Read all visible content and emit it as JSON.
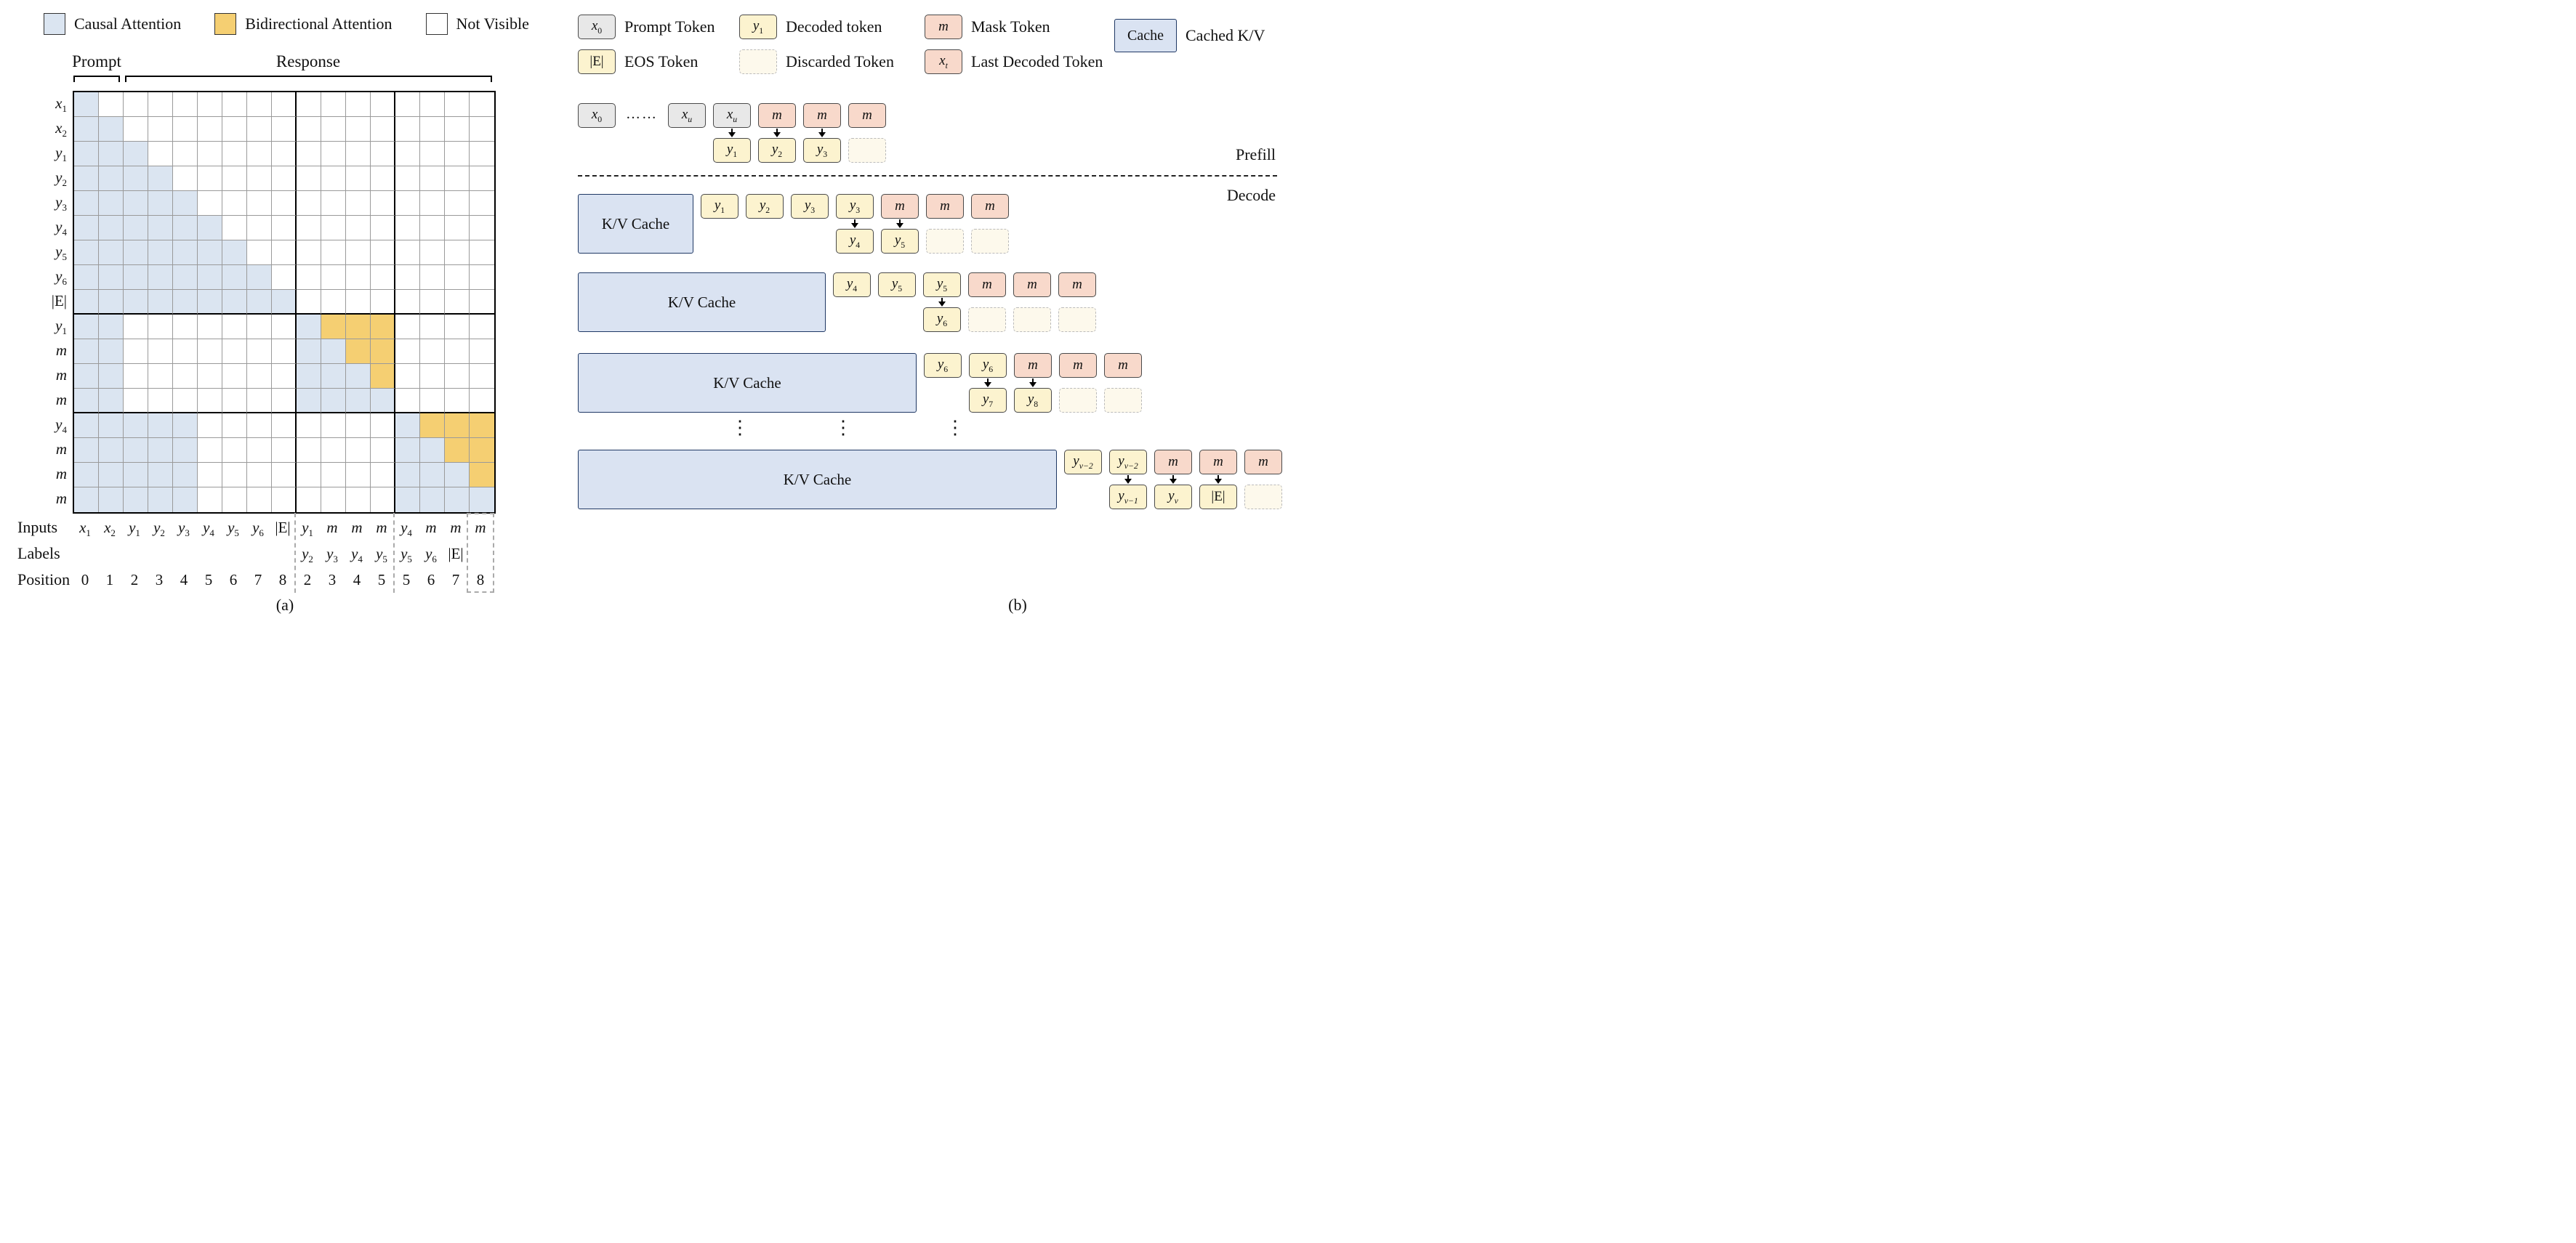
{
  "colors": {
    "causal": "#dbe5f1",
    "bidirectional": "#f5cf72",
    "prompt_token": "#e8e8e8",
    "decoded_token": "#fcf3cf",
    "mask_token": "#f8d9cb",
    "discarded_token": "#fdf9ec",
    "cache": "#dae3f2",
    "cache_border": "#1f3864"
  },
  "panel_a": {
    "caption": "(a)",
    "legend": [
      {
        "swatch": "causal",
        "label": "Causal Attention"
      },
      {
        "swatch": "bidirectional",
        "label": "Bidirectional Attention"
      },
      {
        "swatch": "not-visible",
        "label": "Not Visible"
      }
    ],
    "prompt_label": "Prompt",
    "response_label": "Response",
    "row_tokens": [
      {
        "b": "x",
        "s": "1"
      },
      {
        "b": "x",
        "s": "2"
      },
      {
        "b": "y",
        "s": "1"
      },
      {
        "b": "y",
        "s": "2"
      },
      {
        "b": "y",
        "s": "3"
      },
      {
        "b": "y",
        "s": "4"
      },
      {
        "b": "y",
        "s": "5"
      },
      {
        "b": "y",
        "s": "6"
      },
      {
        "b": "|E|",
        "up": true
      },
      {
        "b": "y",
        "s": "1"
      },
      {
        "b": "m"
      },
      {
        "b": "m"
      },
      {
        "b": "m"
      },
      {
        "b": "y",
        "s": "4"
      },
      {
        "b": "m"
      },
      {
        "b": "m"
      },
      {
        "b": "m"
      }
    ],
    "matrix": [
      "10000000000000000",
      "11000000000000000",
      "11100000000000000",
      "11110000000000000",
      "11111000000000000",
      "11111100000000000",
      "11111110000000000",
      "11111111000000000",
      "11111111100000000",
      "11000000012220000",
      "11000000011220000",
      "11000000011120000",
      "11000000011110000",
      "11111000000001222",
      "11111000000001122",
      "11111000000001112",
      "11111000000001111"
    ],
    "bottom": {
      "inputs_header": "Inputs",
      "labels_header": "Labels",
      "position_header": "Position",
      "inputs": [
        {
          "b": "x",
          "s": "1"
        },
        {
          "b": "x",
          "s": "2"
        },
        {
          "b": "y",
          "s": "1"
        },
        {
          "b": "y",
          "s": "2"
        },
        {
          "b": "y",
          "s": "3"
        },
        {
          "b": "y",
          "s": "4"
        },
        {
          "b": "y",
          "s": "5"
        },
        {
          "b": "y",
          "s": "6"
        },
        {
          "b": "|E|",
          "up": true
        },
        {
          "b": "y",
          "s": "1"
        },
        {
          "b": "m"
        },
        {
          "b": "m"
        },
        {
          "b": "m"
        },
        {
          "b": "y",
          "s": "4"
        },
        {
          "b": "m"
        },
        {
          "b": "m"
        },
        {
          "b": "m"
        }
      ],
      "labels": [
        null,
        null,
        null,
        null,
        null,
        null,
        null,
        null,
        null,
        {
          "b": "y",
          "s": "2"
        },
        {
          "b": "y",
          "s": "3"
        },
        {
          "b": "y",
          "s": "4"
        },
        {
          "b": "y",
          "s": "5"
        },
        {
          "b": "y",
          "s": "5"
        },
        {
          "b": "y",
          "s": "6"
        },
        {
          "b": "|E|",
          "up": true
        },
        null
      ],
      "positions": [
        "0",
        "1",
        "2",
        "3",
        "4",
        "5",
        "6",
        "7",
        "8",
        "2",
        "3",
        "4",
        "5",
        "5",
        "6",
        "7",
        "8"
      ]
    }
  },
  "panel_b": {
    "caption": "(b)",
    "prefill_label": "Prefill",
    "decode_label": "Decode",
    "vdots": "⋮",
    "legend_rows": [
      [
        {
          "token": {
            "b": "x",
            "s": "0"
          },
          "style": "gray",
          "label": "Prompt Token"
        },
        {
          "token": {
            "b": "y",
            "s": "1"
          },
          "style": "yellow",
          "label": "Decoded token"
        },
        {
          "token": {
            "b": "m"
          },
          "style": "pink",
          "label": "Mask Token"
        },
        {
          "token": {
            "b": "Cache",
            "up": true
          },
          "style": "cache",
          "label": "Cached K/V"
        }
      ],
      [
        {
          "token": {
            "b": "|E|",
            "up": true
          },
          "style": "yellow",
          "label": "EOS Token"
        },
        {
          "token": null,
          "style": "dashed",
          "label": "Discarded Token"
        },
        {
          "token": {
            "b": "x",
            "s": "t"
          },
          "style": "pink",
          "label": "Last Decoded Token"
        }
      ]
    ],
    "prefill_row": {
      "tokens": [
        {
          "t": {
            "b": "x",
            "s": "0"
          },
          "style": "gray"
        },
        {
          "style": "dots",
          "text": "……"
        },
        {
          "t": {
            "b": "x",
            "s": "u"
          },
          "style": "gray"
        },
        {
          "t": {
            "b": "x",
            "s": "u"
          },
          "style": "gray"
        },
        {
          "t": {
            "b": "m"
          },
          "style": "pink"
        },
        {
          "t": {
            "b": "m"
          },
          "style": "pink"
        },
        {
          "t": {
            "b": "m"
          },
          "style": "pink"
        }
      ],
      "outputs": [
        {
          "t": {
            "b": "y",
            "s": "1"
          },
          "style": "yellow",
          "under": 3,
          "arrow": true
        },
        {
          "t": {
            "b": "y",
            "s": "2"
          },
          "style": "yellow",
          "under": 4,
          "arrow": true
        },
        {
          "t": {
            "b": "y",
            "s": "3"
          },
          "style": "yellow",
          "under": 5,
          "arrow": true
        },
        {
          "style": "dashed",
          "under": 6
        }
      ]
    },
    "decode_rows": [
      {
        "cache_label": "K/V Cache",
        "tokens": [
          {
            "t": {
              "b": "y",
              "s": "1"
            },
            "style": "yellow"
          },
          {
            "t": {
              "b": "y",
              "s": "2"
            },
            "style": "yellow"
          },
          {
            "t": {
              "b": "y",
              "s": "3"
            },
            "style": "yellow"
          },
          {
            "t": {
              "b": "y",
              "s": "3"
            },
            "style": "yellow"
          },
          {
            "t": {
              "b": "m"
            },
            "style": "pink"
          },
          {
            "t": {
              "b": "m"
            },
            "style": "pink"
          },
          {
            "t": {
              "b": "m"
            },
            "style": "pink"
          }
        ],
        "outputs": [
          {
            "t": {
              "b": "y",
              "s": "4"
            },
            "style": "yellow",
            "under": 3,
            "arrow": true
          },
          {
            "t": {
              "b": "y",
              "s": "5"
            },
            "style": "yellow",
            "under": 4,
            "arrow": true
          },
          {
            "style": "dashed",
            "under": 5
          },
          {
            "style": "dashed",
            "under": 6
          }
        ]
      },
      {
        "cache_label": "K/V Cache",
        "tokens": [
          {
            "t": {
              "b": "y",
              "s": "4"
            },
            "style": "yellow"
          },
          {
            "t": {
              "b": "y",
              "s": "5"
            },
            "style": "yellow"
          },
          {
            "t": {
              "b": "y",
              "s": "5"
            },
            "style": "yellow"
          },
          {
            "t": {
              "b": "m"
            },
            "style": "pink"
          },
          {
            "t": {
              "b": "m"
            },
            "style": "pink"
          },
          {
            "t": {
              "b": "m"
            },
            "style": "pink"
          }
        ],
        "outputs": [
          {
            "t": {
              "b": "y",
              "s": "6"
            },
            "style": "yellow",
            "under": 2,
            "arrow": true
          },
          {
            "style": "dashed",
            "under": 3
          },
          {
            "style": "dashed",
            "under": 4
          },
          {
            "style": "dashed",
            "under": 5
          }
        ]
      },
      {
        "cache_label": "K/V Cache",
        "tokens": [
          {
            "t": {
              "b": "y",
              "s": "6"
            },
            "style": "yellow"
          },
          {
            "t": {
              "b": "y",
              "s": "6"
            },
            "style": "yellow"
          },
          {
            "t": {
              "b": "m"
            },
            "style": "pink"
          },
          {
            "t": {
              "b": "m"
            },
            "style": "pink"
          },
          {
            "t": {
              "b": "m"
            },
            "style": "pink"
          }
        ],
        "outputs": [
          {
            "t": {
              "b": "y",
              "s": "7"
            },
            "style": "yellow",
            "under": 1,
            "arrow": true
          },
          {
            "t": {
              "b": "y",
              "s": "8"
            },
            "style": "yellow",
            "under": 2,
            "arrow": true
          },
          {
            "style": "dashed",
            "under": 3
          },
          {
            "style": "dashed",
            "under": 4
          }
        ]
      },
      {
        "cache_label": "K/V Cache",
        "tokens": [
          {
            "t": {
              "b": "y",
              "s": "v−2"
            },
            "style": "yellow"
          },
          {
            "t": {
              "b": "y",
              "s": "v−2"
            },
            "style": "yellow"
          },
          {
            "t": {
              "b": "m"
            },
            "style": "pink"
          },
          {
            "t": {
              "b": "m"
            },
            "style": "pink"
          },
          {
            "t": {
              "b": "m"
            },
            "style": "pink"
          }
        ],
        "outputs": [
          {
            "t": {
              "b": "y",
              "s": "v−1"
            },
            "style": "yellow",
            "under": 1,
            "arrow": true
          },
          {
            "t": {
              "b": "y",
              "s": "v"
            },
            "style": "yellow",
            "under": 2,
            "arrow": true
          },
          {
            "t": {
              "b": "|E|",
              "up": true
            },
            "style": "yellow",
            "under": 3,
            "arrow": true
          },
          {
            "style": "dashed",
            "under": 4
          }
        ]
      }
    ]
  }
}
